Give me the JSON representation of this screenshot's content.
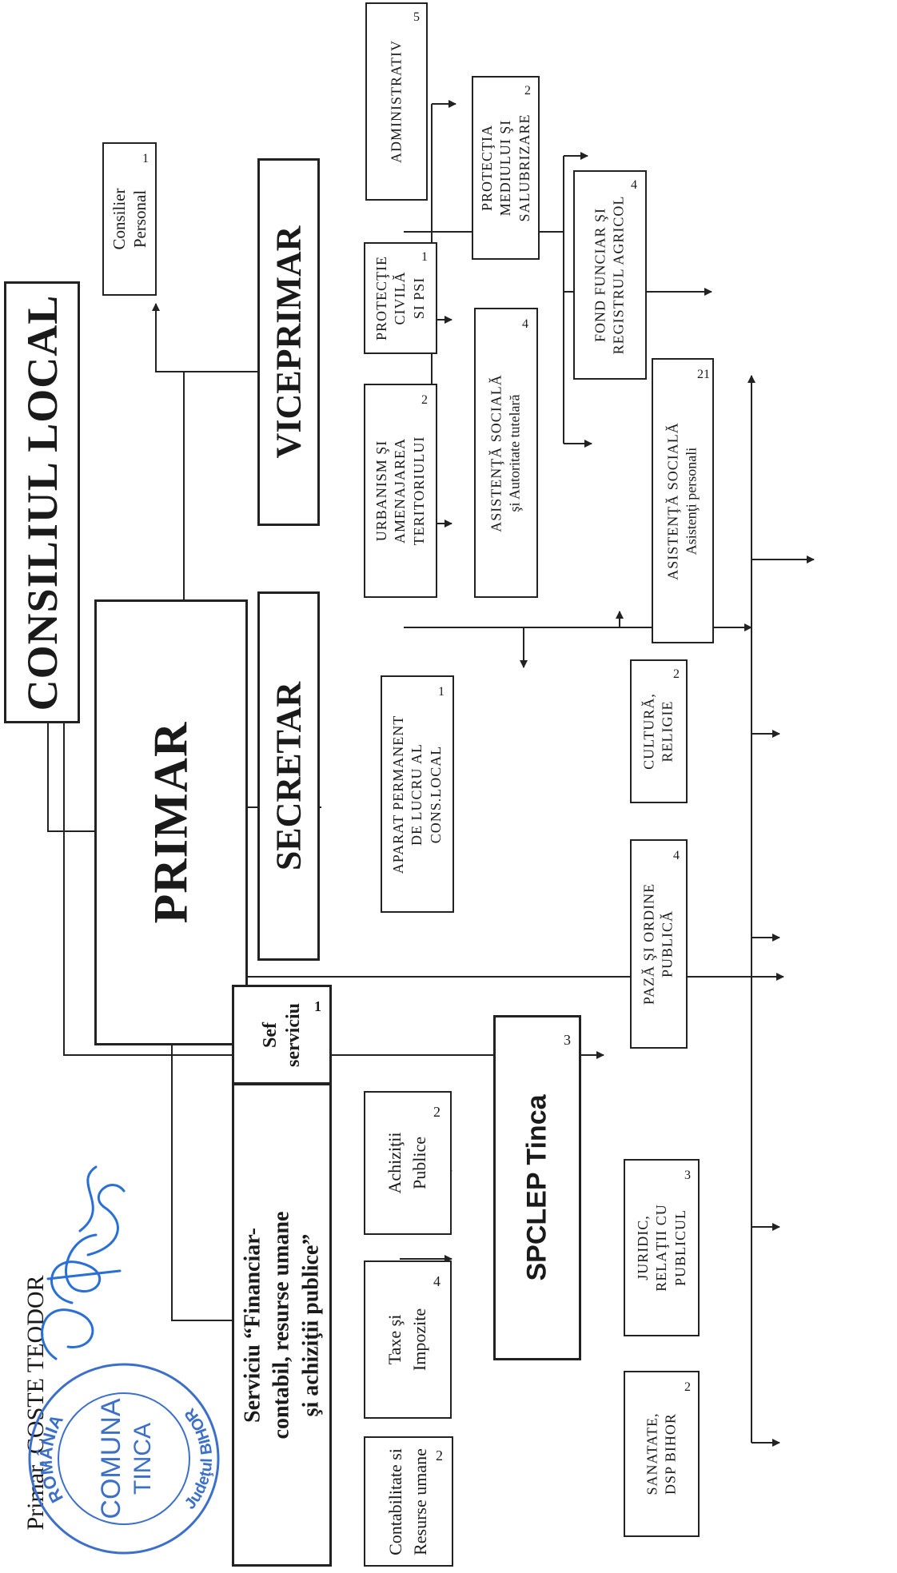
{
  "signature": {
    "label": "Primar, COSTE TEODOR"
  },
  "stamp": {
    "country": "ROMÂNIA",
    "line1": "COMUNA",
    "line2": "TINCA",
    "county": "Judeţul BIHOR"
  },
  "boxes": {
    "consiliul_local": "CONSILIUL LOCAL",
    "primar": "PRIMAR",
    "secretar": "SECRETAR",
    "viceprimar": "VICEPRIMAR",
    "consilier": {
      "line1": "Consilier",
      "line2": "Personal",
      "count": "1"
    },
    "administrativ": {
      "line1": "ADMINISTRATIV",
      "count": "5"
    },
    "protectia_mediului": {
      "line1": "PROTECŢIA",
      "line2": "MEDIULUI ŞI",
      "line3": "SALUBRIZARE",
      "count": "2"
    },
    "fond_funciar": {
      "line1": "FOND FUNCIAR ŞI",
      "line2": "REGISTRUL AGRICOL",
      "count": "4"
    },
    "protectie_civila": {
      "line1": "PROTECŢIE",
      "line2": "CIVILĂ",
      "line3": "SI PSI",
      "count": "1"
    },
    "asistenta_sociala_tutela": {
      "line1": "ASISTENŢĂ SOCIALĂ",
      "line2": "şi Autoritate tutelară",
      "count": "4"
    },
    "urbanism": {
      "line1": "URBANISM ŞI",
      "line2": "AMENAJAREA",
      "line3": "TERITORIULUI",
      "count": "2"
    },
    "asistenta_sociala_personali": {
      "line1": "ASISTENŢĂ SOCIALĂ",
      "line2": "Asistenţi personali",
      "count": "21"
    },
    "aparat_permanent": {
      "line1": "APARAT PERMANENT",
      "line2": "DE LUCRU AL",
      "line3": "CONS.LOCAL",
      "count": "1"
    },
    "cultura": {
      "line1": "CULTURĂ,",
      "line2": "RELIGIE",
      "count": "2"
    },
    "paza": {
      "line1": "PAZĂ ŞI ORDINE",
      "line2": "PUBLICĂ",
      "count": "4"
    },
    "spclep": {
      "line1": "SPCLEP Tinca",
      "count": "3"
    },
    "serviciu": {
      "line1": "Serviciu “Financiar-",
      "line2": "contabil, resurse umane",
      "line3": "şi achiziţii publice”"
    },
    "sef_serviciu": {
      "line1": "Sef",
      "line2": "serviciu",
      "count": "1"
    },
    "achizitii": {
      "line1": "Achiziţii",
      "line2": "Publice",
      "count": "2"
    },
    "taxe": {
      "line1": "Taxe şi",
      "line2": "Impozite",
      "count": "4"
    },
    "contabilitate": {
      "line1": "Contabilitate si",
      "line2": "Resurse umane",
      "count": "2"
    },
    "juridic": {
      "line1": "JURIDIC,",
      "line2": "RELAŢII CU",
      "line3": "PUBLICUL",
      "count": "3"
    },
    "sanatate": {
      "line1": "SANATATE,",
      "line2": "DSP BIHOR",
      "count": "2"
    }
  }
}
